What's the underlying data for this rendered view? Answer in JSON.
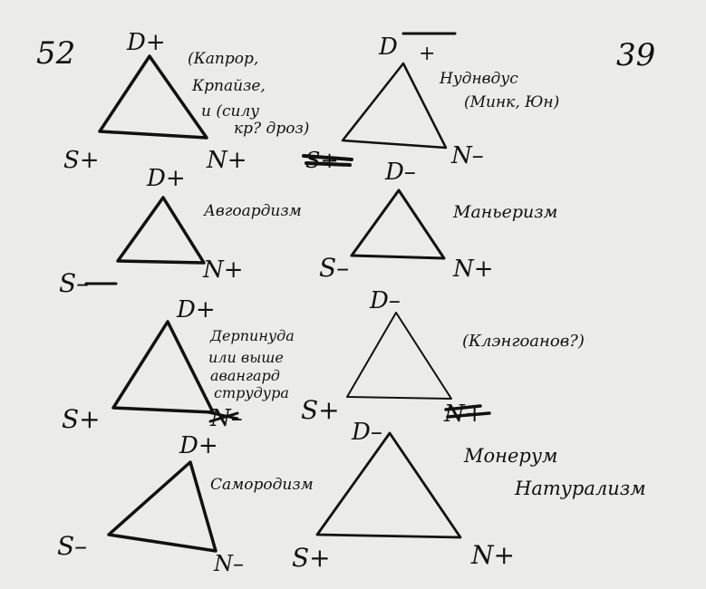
{
  "page": {
    "left_number": "52",
    "right_number": "39"
  },
  "diagrams": [
    {
      "apex": "D+",
      "left": "S+",
      "right": "N+",
      "note": [
        "(Капрор,",
        "Крпайзе,",
        "и (силу",
        "кр? дроз)"
      ]
    },
    {
      "apex": "D",
      "apex_mark": "+",
      "left": "S+",
      "right": "N–",
      "note": [
        "Нуднвдус",
        "(Минк, Юн)"
      ]
    },
    {
      "apex": "D+",
      "left": "S–",
      "right": "N+",
      "note": [
        "Авгоардизм"
      ]
    },
    {
      "apex": "D–",
      "left": "S–",
      "right": "N+",
      "note": [
        "Маньеризм"
      ]
    },
    {
      "apex": "D+",
      "left": "S+",
      "right": "N–",
      "note": [
        "Дерпинуда",
        "или выше",
        "авангард",
        "струдура"
      ]
    },
    {
      "apex": "D–",
      "left": "S+",
      "right": "N+",
      "note": [
        "(Клэнгоанов?)"
      ]
    },
    {
      "apex": "D+",
      "left": "S–",
      "right": "N–",
      "note": [
        "Самородизм"
      ]
    },
    {
      "apex": "D–",
      "left": "S+",
      "right": "N+",
      "note": [
        "Монерум",
        "Натурализм"
      ]
    }
  ]
}
